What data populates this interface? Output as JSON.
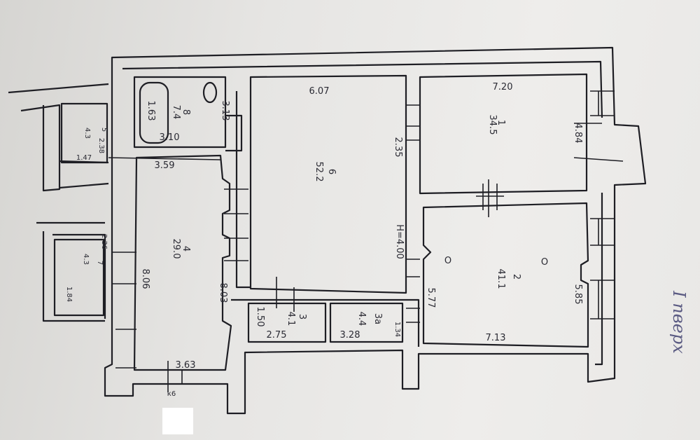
{
  "floor_title": "I пверх",
  "rooms": [
    {
      "id": "room-1",
      "number": "1",
      "area": "34.5"
    },
    {
      "id": "room-2",
      "number": "2",
      "area": "41.1"
    },
    {
      "id": "room-3",
      "number": "3",
      "area": "4.1"
    },
    {
      "id": "room-3a",
      "number": "3а",
      "area": "4.4"
    },
    {
      "id": "room-4",
      "number": "4",
      "area": "29.0"
    },
    {
      "id": "room-6",
      "number": "6",
      "area": "52.2"
    },
    {
      "id": "room-8",
      "number": "8",
      "area": "7.4"
    },
    {
      "id": "room-5",
      "number": "5",
      "area": "4.3"
    },
    {
      "id": "room-7",
      "number": "7",
      "area": "4.3"
    }
  ],
  "dimensions": {
    "d607": "6.07",
    "d720": "7.20",
    "d235": "2.35",
    "d484": "4.84",
    "d585": "5.85",
    "d577": "5.77",
    "d713": "7.13",
    "h400": "H=4.00",
    "d806": "8.06",
    "d803": "8.03",
    "d150": "1.50",
    "d275": "2.75",
    "d328": "3.28",
    "d134": "1.34",
    "d363": "3.63",
    "d359": "3.59",
    "d310": "3.10",
    "d313": "3.13",
    "d163": "1.63",
    "d238": "2.38",
    "d147": "1.47",
    "d236": "2.36",
    "d184": "1.84",
    "k6": "к6"
  },
  "marks": {
    "circle_left": "O",
    "circle_right": "O"
  }
}
